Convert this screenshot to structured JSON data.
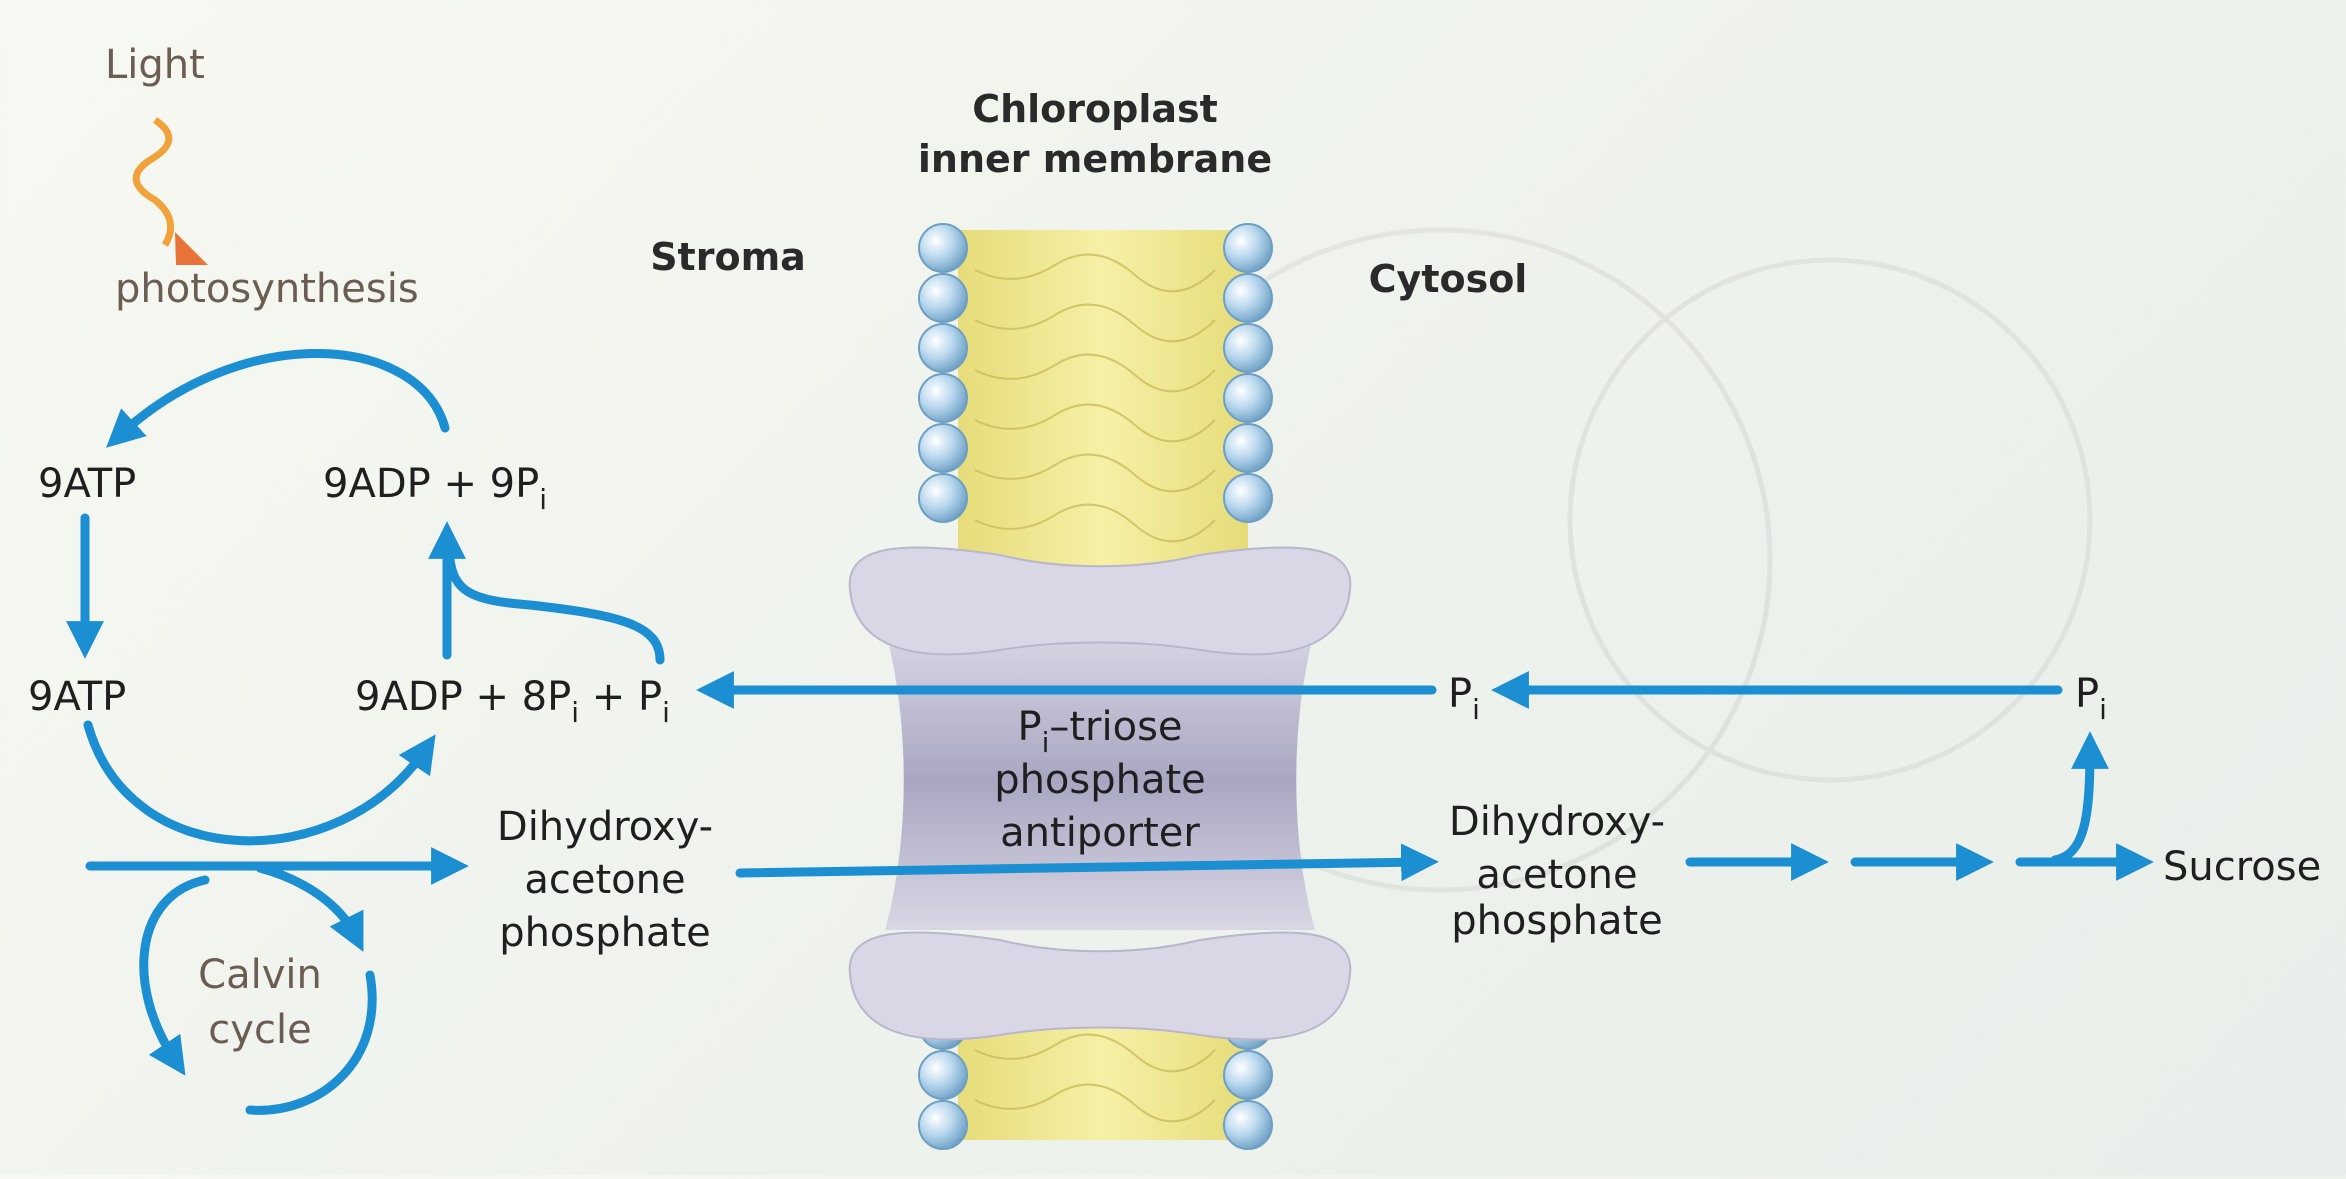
{
  "labels": {
    "light": "Light",
    "photosynthesis": "photosynthesis",
    "membrane_line1": "Chloroplast",
    "membrane_line2": "inner membrane",
    "stroma": "Stroma",
    "cytosol": "Cytosol",
    "atp_top": "9ATP",
    "atp_bottom": "9ATP",
    "adp_top_main": "9ADP + 9P",
    "adp_top_sub": "i",
    "adp_bottom_a": "9ADP + 8P",
    "adp_bottom_sub1": "i",
    "adp_bottom_b": " + P",
    "adp_bottom_sub2": "i",
    "dhap_left": [
      "Dihydroxy-",
      "acetone",
      "phosphate"
    ],
    "dhap_right": [
      "Dihydroxy-",
      "acetone",
      "phosphate"
    ],
    "calvin": [
      "Calvin",
      "cycle"
    ],
    "antiporter_p": "P",
    "antiporter_sub": "i",
    "antiporter_line1_rest": "–triose",
    "antiporter_line2": "phosphate",
    "antiporter_line3": "antiporter",
    "pi_cytosol_main": "P",
    "pi_cytosol_sub": "i",
    "pi_right_main": "P",
    "pi_right_sub": "i",
    "sucrose": "Sucrose"
  },
  "colors": {
    "arrow": "#1b8fd2",
    "lipid_head": "#a9cde6",
    "lipid_core": "#f1eb9c",
    "protein": "#c6c3d6",
    "light_wave": "#f29a2e"
  }
}
